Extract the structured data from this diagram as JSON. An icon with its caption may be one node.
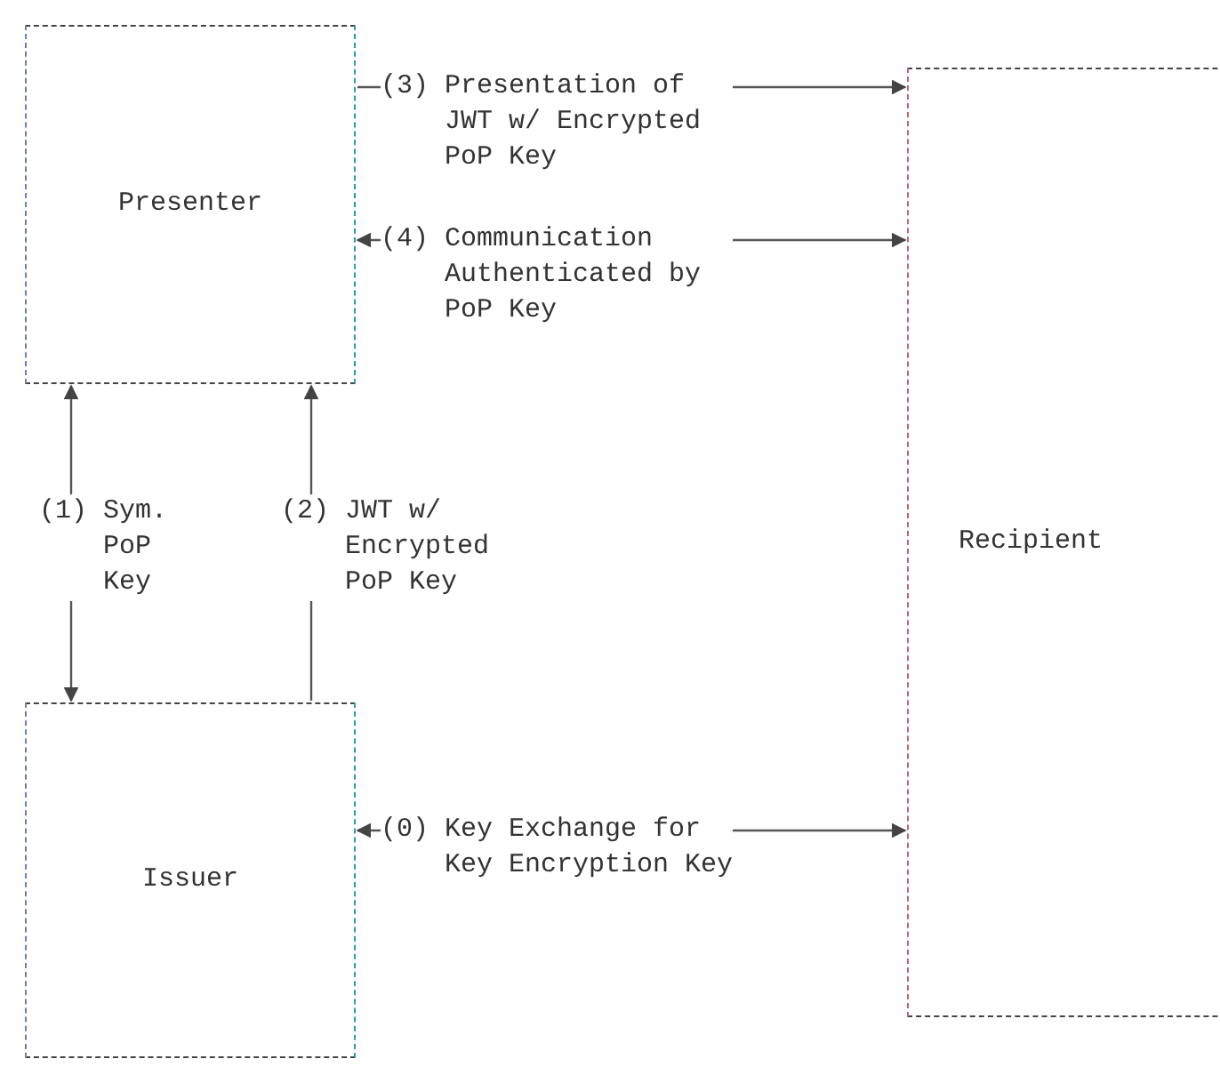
{
  "diagram": {
    "nodes": [
      {
        "text": [
          "Presenter"
        ]
      },
      {
        "text": [
          "Issuer"
        ]
      },
      {
        "text": [
          "Recipient"
        ]
      }
    ],
    "edges": [
      {
        "from": 0,
        "to": 2,
        "arrow": "to",
        "label": "(3) Presentation of JWT w/ Encrypted PoP Key"
      },
      {
        "from": 0,
        "to": 2,
        "arrow": "both",
        "label": "(4) Communication Authenticated by PoP Key"
      },
      {
        "from": 1,
        "to": 0,
        "arrow": "both",
        "label": "(1) Sym. PoP Key"
      },
      {
        "from": 1,
        "to": 0,
        "arrow": "to",
        "label": "(2) JWT w/ Encrypted PoP Key"
      },
      {
        "from": 1,
        "to": 2,
        "arrow": "both",
        "label": "(0) Key Exchange for Key Encryption Key"
      }
    ]
  }
}
